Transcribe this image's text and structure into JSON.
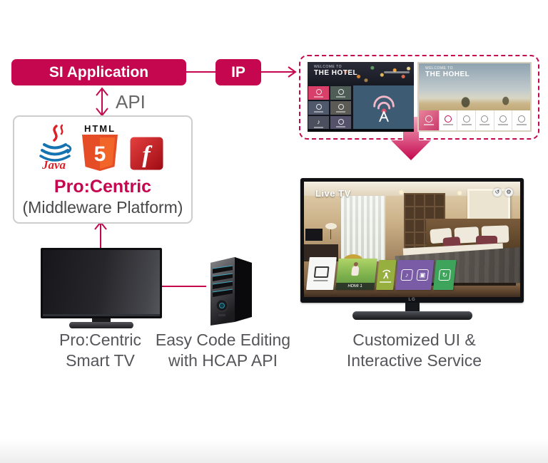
{
  "diagram": {
    "si_application": "SI Application",
    "ip": "IP",
    "api": "API",
    "middleware": {
      "title": "Pro:Centric",
      "subtitle": "(Middleware Platform)",
      "java_label": "Java",
      "html5_top": "HTML",
      "html5_number": "5",
      "flash_letter": "f"
    },
    "labels": {
      "smart_tv_1": "Pro:Centric",
      "smart_tv_2": "Smart TV",
      "server_1": "Easy Code Editing",
      "server_2": "with HCAP API",
      "right_tv_1": "Customized UI &",
      "right_tv_2": "Interactive Service"
    },
    "previews": {
      "left_welcome": "WELCOME TO",
      "left_title": "THE HOTEL",
      "right_welcome": "WELCOME TO",
      "right_title": "THE HOHEL"
    },
    "tv_screen": {
      "live_badge": "Live TV",
      "hdmi_label": "HDMI 1",
      "lg_logo": "LG"
    },
    "colors": {
      "accent": "#C5074F",
      "accent_light": "#F2A9BB",
      "gray_text": "#55555A",
      "slate_panel": "#3D5C74",
      "html5_orange": "#E44D26",
      "html5_orange_light": "#F16529",
      "flash_red": "#C01621",
      "java_blue": "#1673B1",
      "java_red": "#E11E25"
    }
  }
}
